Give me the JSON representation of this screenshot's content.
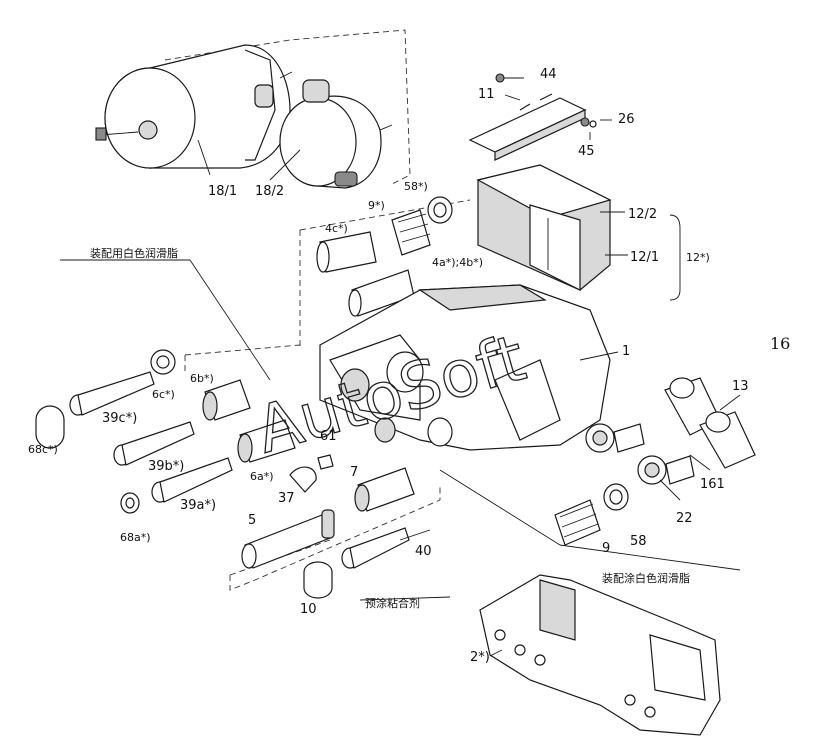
{
  "page_number": "16",
  "watermark": "AutoSoft",
  "notes": {
    "assembly_white_grease": "装配用白色润滑脂",
    "apply_white_grease": "装配涂白色润滑脂",
    "precoated_adhesive": "预涂粘合剂"
  },
  "callouts": {
    "c44": "44",
    "c11": "11",
    "c26": "26",
    "c45": "45",
    "c18_1": "18/1",
    "c18_2": "18/2",
    "c58a": "58*)",
    "c9a": "9*)",
    "c4c": "4c*)",
    "c4ab": "4a*);4b*)",
    "c12_2": "12/2",
    "c12_1": "12/1",
    "c12": "12*)",
    "c1": "1",
    "c6b": "6b*)",
    "c6c": "6c*)",
    "c39c": "39c*)",
    "c68c": "68c*)",
    "c39b": "39b*)",
    "c6a": "6a*)",
    "c39a": "39a*)",
    "c68a": "68a*)",
    "c61": "61",
    "c37": "37",
    "c7": "7",
    "c5": "5",
    "c40": "40",
    "c10": "10",
    "c13": "13",
    "c161": "161",
    "c22": "22",
    "c9b": "9",
    "c58b": "58",
    "c2": "2*)"
  }
}
